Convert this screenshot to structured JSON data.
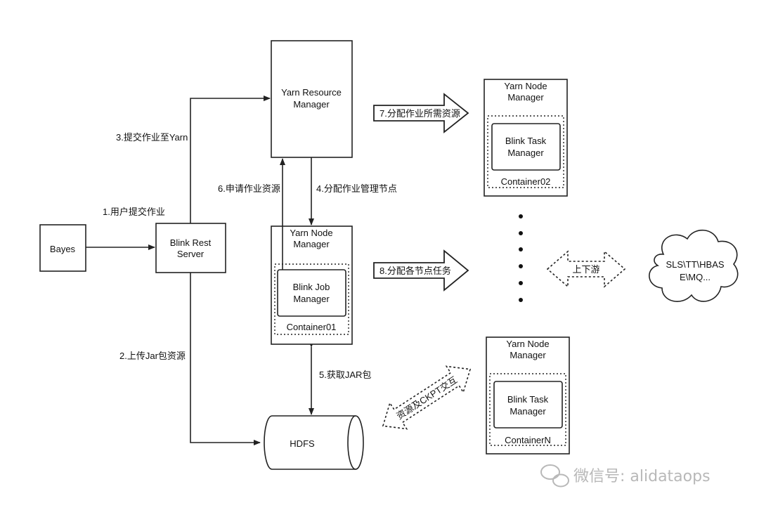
{
  "nodes": {
    "bayes": "Bayes",
    "blink_rest_server": [
      "Blink Rest",
      "Server"
    ],
    "yarn_resource_manager": [
      "Yarn Resource",
      "Manager"
    ],
    "yarn_node_manager_center": [
      "Yarn Node",
      "Manager"
    ],
    "blink_job_manager": [
      "Blink Job",
      "Manager"
    ],
    "container01": "Container01",
    "hdfs": "HDFS",
    "yarn_node_manager_top": [
      "Yarn Node",
      "Manager"
    ],
    "blink_task_manager_top": [
      "Blink Task",
      "Manager"
    ],
    "container02": "Container02",
    "yarn_node_manager_bottom": [
      "Yarn Node",
      "Manager"
    ],
    "blink_task_manager_bottom": [
      "Blink Task",
      "Manager"
    ],
    "containerN": "ContainerN",
    "external_systems": [
      "SLS\\TT\\HBAS",
      "E\\MQ..."
    ]
  },
  "edges": {
    "step1": "1.用户提交作业",
    "step2": "2.上传Jar包资源",
    "step3": "3.提交作业至Yarn",
    "step4": "4.分配作业管理节点",
    "step5": "5.获取JAR包",
    "step6": "6.申请作业资源",
    "step7": "7.分配作业所需资源",
    "step8": "8.分配各节点任务",
    "upstream_downstream": "上下游",
    "resource_ckpt": "资源及CKPT交互"
  },
  "watermark": "微信号: alidataops"
}
